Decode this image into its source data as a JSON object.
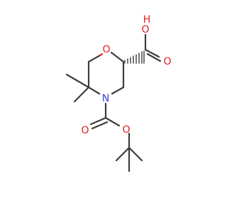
{
  "molecule": {
    "atoms": {
      "oh_label": "O",
      "oh_h_label": "H",
      "acid_o_label": "O",
      "ring_o_label": "O",
      "ring_n_label": "N",
      "boc_carbonyl_o_label": "O",
      "boc_ester_o_label": "O"
    }
  },
  "colors": {
    "carbon_bond": "#3d3d3d",
    "oxygen": "#e01e1e",
    "nitrogen": "#3a46d6",
    "background": "#ffffff"
  }
}
